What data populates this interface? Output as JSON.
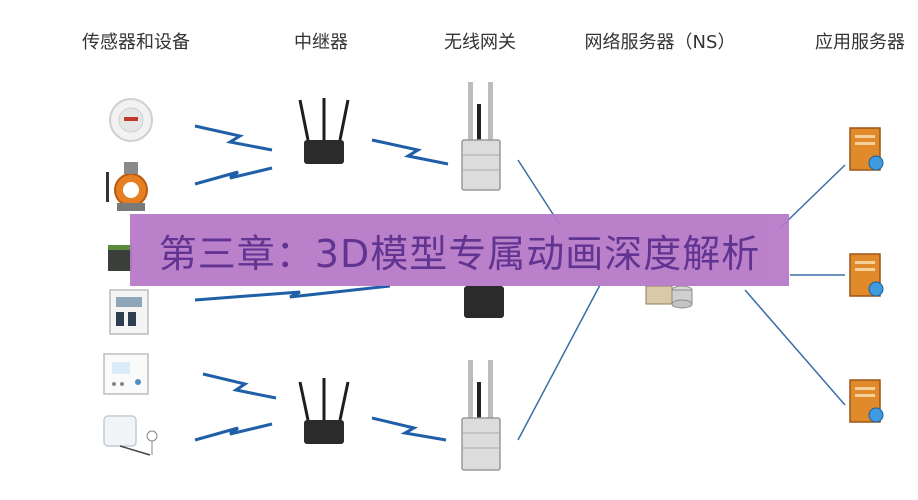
{
  "columns": {
    "sensors": "传感器和设备",
    "repeater": "中继器",
    "gateway": "无线网关",
    "network_server": "网络服务器（NS）",
    "app_server": "应用服务器"
  },
  "banner": {
    "title": "第三章：3D模型专属动画深度解析"
  },
  "colors": {
    "banner_bg": "#b77ac7",
    "banner_text": "#5a2a8c",
    "link_line": "#3a6ea5",
    "signal": "#1f5fa8"
  }
}
